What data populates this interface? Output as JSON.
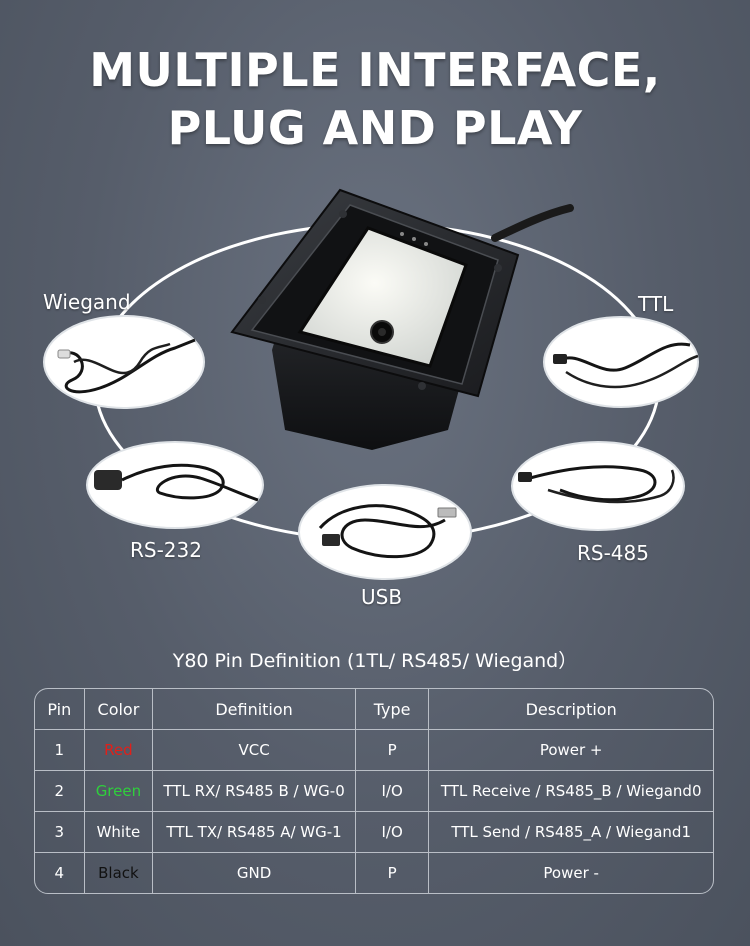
{
  "headline": {
    "line1": "MULTIPLE INTERFACE,",
    "line2": "PLUG AND PLAY"
  },
  "interfaces": {
    "wiegand": "Wiegand",
    "ttl": "TTL",
    "rs232": "RS-232",
    "rs485": "RS-485",
    "usb": "USB"
  },
  "table": {
    "title": "Y80 Pin Definition (1TL/ RS485/ Wiegand）",
    "headers": [
      "Pin",
      "Color",
      "Definition",
      "Type",
      "Description"
    ],
    "rows": [
      {
        "pin": "1",
        "color": "Red",
        "color_hex": "#e0201a",
        "definition": "VCC",
        "type": "P",
        "description": "Power +"
      },
      {
        "pin": "2",
        "color": "Green",
        "color_hex": "#2fcf3c",
        "definition": "TTL RX/ RS485 B / WG-0",
        "type": "I/O",
        "description": "TTL Receive / RS485_B / Wiegand0"
      },
      {
        "pin": "3",
        "color": "White",
        "color_hex": "#ffffff",
        "definition": "TTL TX/ RS485 A/ WG-1",
        "type": "I/O",
        "description": "TTL Send / RS485_A / Wiegand1"
      },
      {
        "pin": "4",
        "color": "Black",
        "color_hex": "#111111",
        "definition": "GND",
        "type": "P",
        "description": "Power -"
      }
    ]
  }
}
